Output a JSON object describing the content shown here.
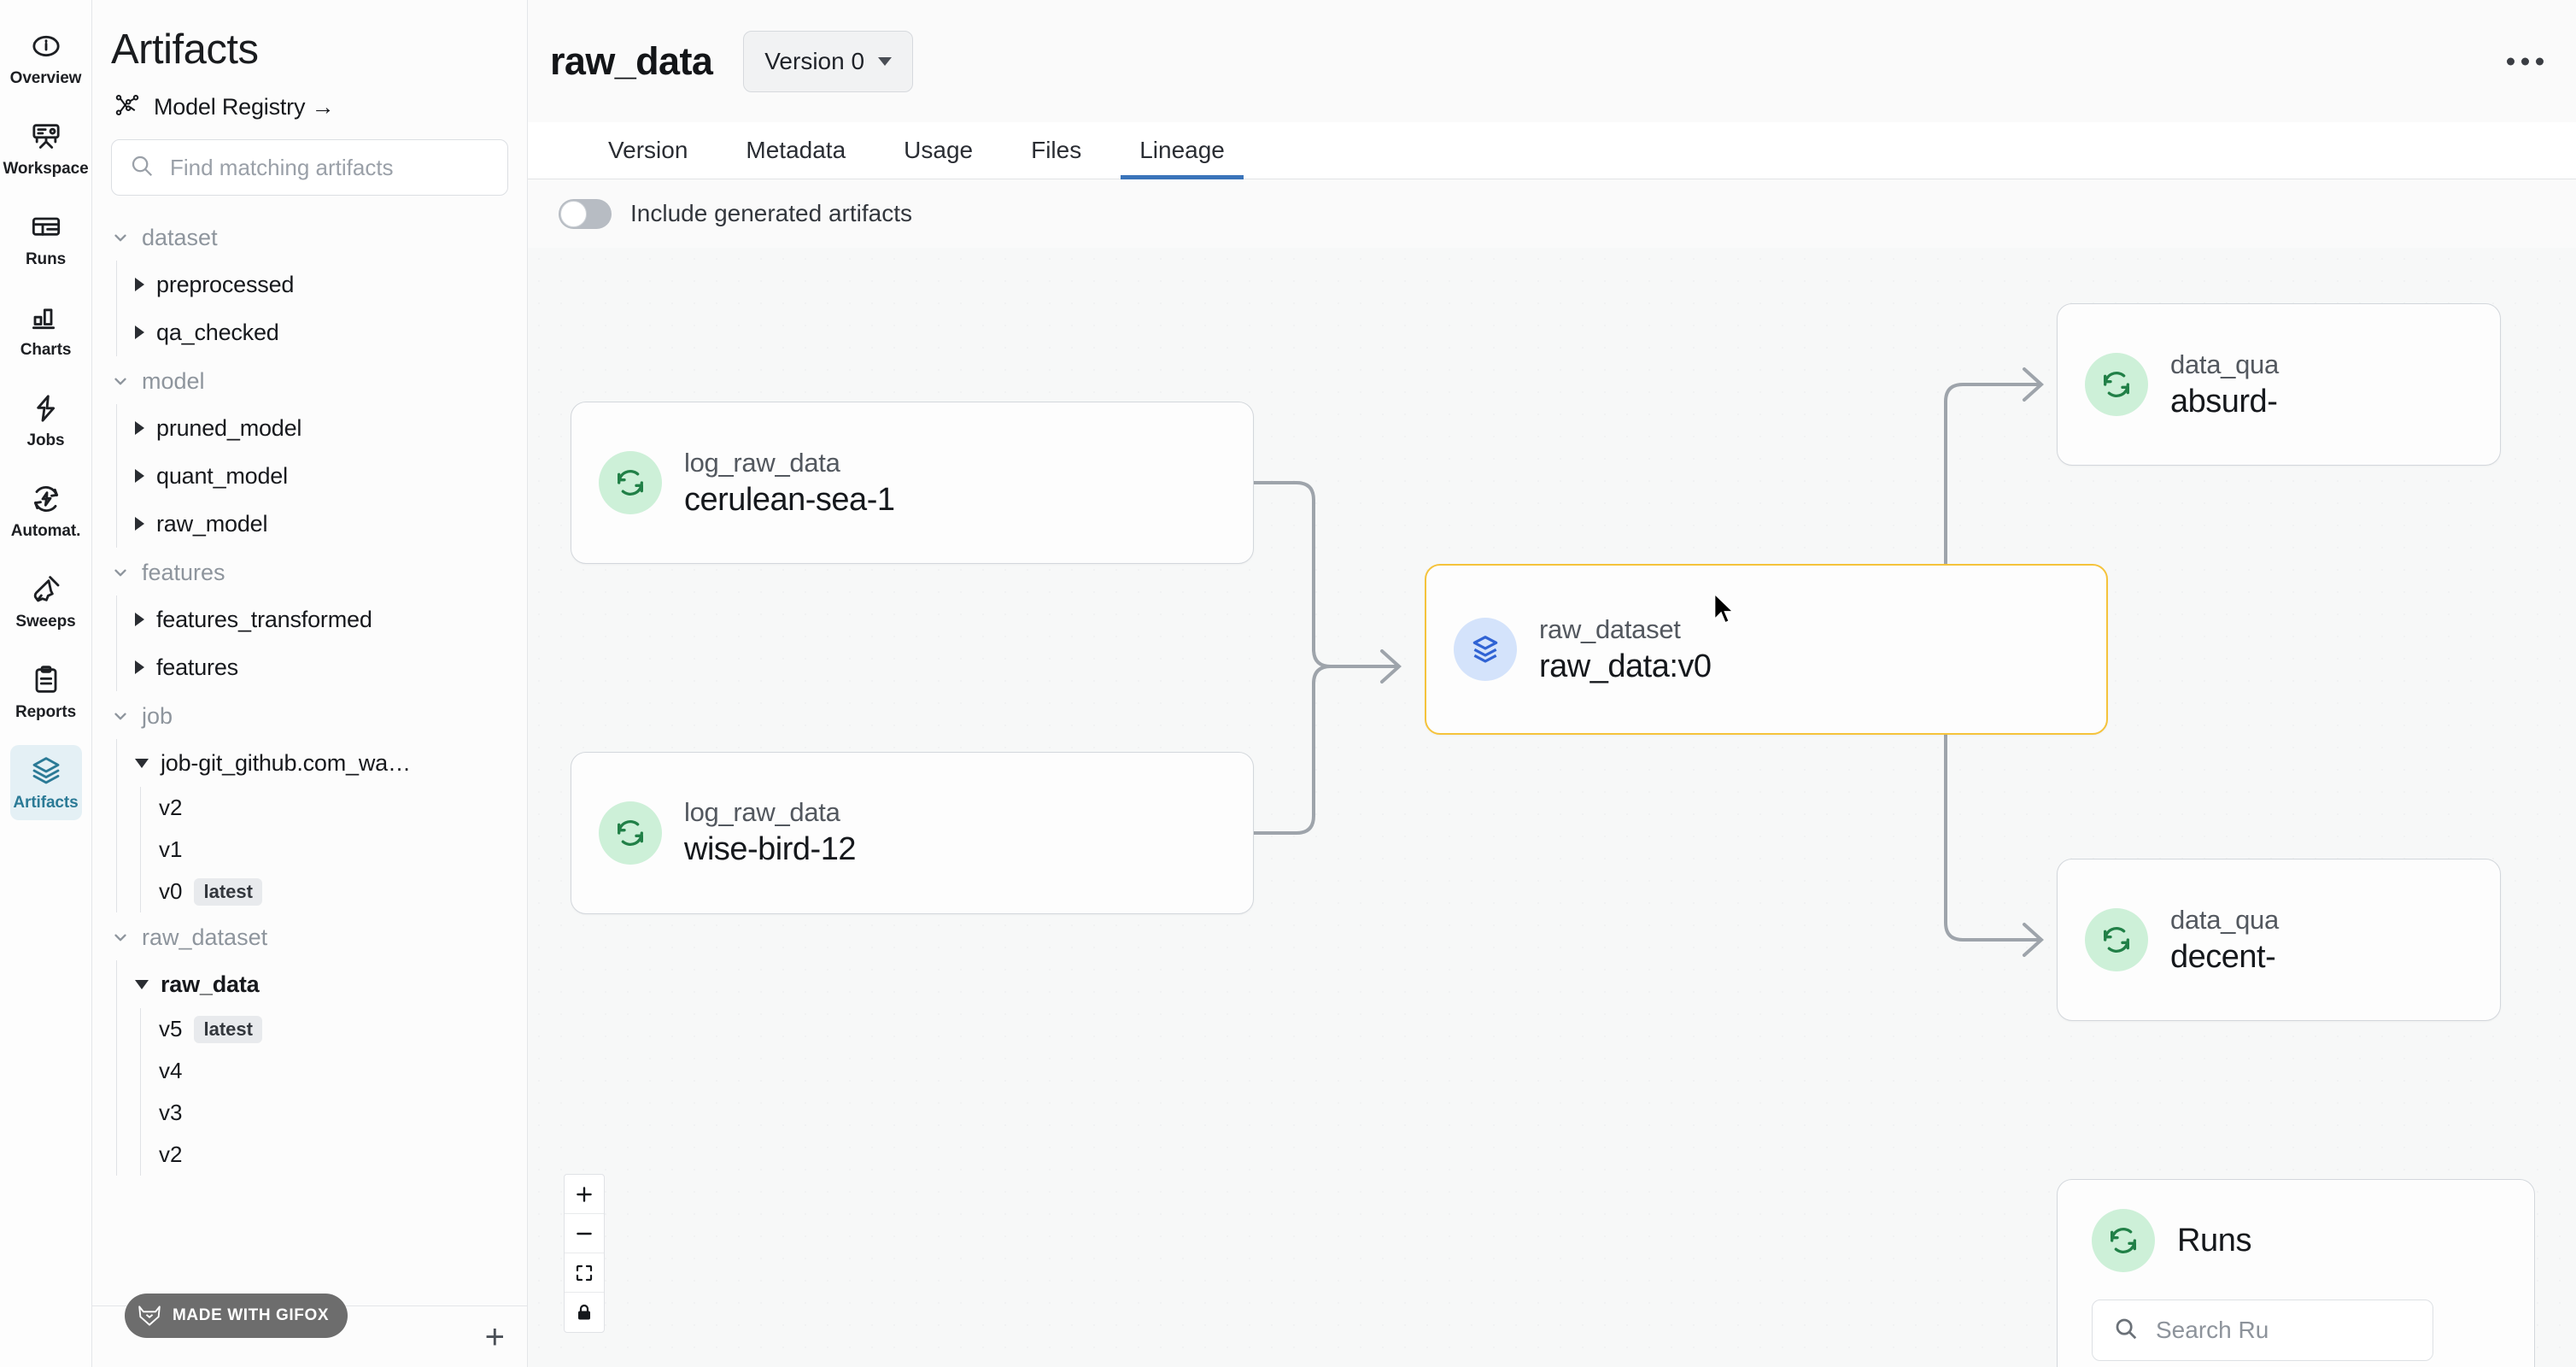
{
  "rail": {
    "items": [
      {
        "label": "Overview",
        "icon": "info-circle-icon",
        "active": false
      },
      {
        "label": "Workspace",
        "icon": "easel-icon",
        "active": false
      },
      {
        "label": "Runs",
        "icon": "table-icon",
        "active": false
      },
      {
        "label": "Charts",
        "icon": "bar-chart-icon",
        "active": false
      },
      {
        "label": "Jobs",
        "icon": "bolt-icon",
        "active": false
      },
      {
        "label": "Automat.",
        "icon": "automation-icon",
        "active": false
      },
      {
        "label": "Sweeps",
        "icon": "broom-icon",
        "active": false
      },
      {
        "label": "Reports",
        "icon": "clipboard-icon",
        "active": false
      },
      {
        "label": "Artifacts",
        "icon": "layers-icon",
        "active": true
      }
    ]
  },
  "panel": {
    "title": "Artifacts",
    "registry_label": "Model Registry →",
    "search_placeholder": "Find matching artifacts",
    "add_button": "+",
    "watermark": "MADE WITH GIFOX",
    "groups": [
      {
        "name": "dataset",
        "expanded": true,
        "children": [
          {
            "name": "preprocessed",
            "expanded": false,
            "bold": false,
            "versions": []
          },
          {
            "name": "qa_checked",
            "expanded": false,
            "bold": false,
            "versions": []
          }
        ]
      },
      {
        "name": "model",
        "expanded": true,
        "children": [
          {
            "name": "pruned_model",
            "expanded": false,
            "bold": false,
            "versions": []
          },
          {
            "name": "quant_model",
            "expanded": false,
            "bold": false,
            "versions": []
          },
          {
            "name": "raw_model",
            "expanded": false,
            "bold": false,
            "versions": []
          }
        ]
      },
      {
        "name": "features",
        "expanded": true,
        "children": [
          {
            "name": "features_transformed",
            "expanded": false,
            "bold": false,
            "versions": []
          },
          {
            "name": "features",
            "expanded": false,
            "bold": false,
            "versions": []
          }
        ]
      },
      {
        "name": "job",
        "expanded": true,
        "children": [
          {
            "name": "job-git_github.com_wa…",
            "expanded": true,
            "bold": false,
            "versions": [
              {
                "label": "v2",
                "tag": ""
              },
              {
                "label": "v1",
                "tag": ""
              },
              {
                "label": "v0",
                "tag": "latest"
              }
            ]
          }
        ]
      },
      {
        "name": "raw_dataset",
        "expanded": true,
        "children": [
          {
            "name": "raw_data",
            "expanded": true,
            "bold": true,
            "versions": [
              {
                "label": "v5",
                "tag": "latest"
              },
              {
                "label": "v4",
                "tag": ""
              },
              {
                "label": "v3",
                "tag": ""
              },
              {
                "label": "v2",
                "tag": ""
              }
            ]
          }
        ]
      }
    ]
  },
  "header": {
    "artifact_name": "raw_data",
    "version_select": "Version 0",
    "overflow_menu": "···"
  },
  "tabs": [
    {
      "label": "Version",
      "active": false
    },
    {
      "label": "Metadata",
      "active": false
    },
    {
      "label": "Usage",
      "active": false
    },
    {
      "label": "Files",
      "active": false
    },
    {
      "label": "Lineage",
      "active": true
    }
  ],
  "toolbar": {
    "toggle_label": "Include generated artifacts",
    "toggle_on": false
  },
  "lineage": {
    "nodes": [
      {
        "id": "n1",
        "kind": "log_raw_data",
        "name": "cerulean-sea-1",
        "icon": "run-refresh-icon",
        "style": "green",
        "selected": false
      },
      {
        "id": "n2",
        "kind": "log_raw_data",
        "name": "wise-bird-12",
        "icon": "run-refresh-icon",
        "style": "green",
        "selected": false
      },
      {
        "id": "n3",
        "kind": "raw_dataset",
        "name": "raw_data:v0",
        "icon": "artifact-layers-icon",
        "style": "blue",
        "selected": true
      },
      {
        "id": "n4",
        "kind": "data_qua",
        "name": "absurd-",
        "icon": "run-refresh-icon",
        "style": "green",
        "selected": false
      },
      {
        "id": "n5",
        "kind": "data_qua",
        "name": "decent-",
        "icon": "run-refresh-icon",
        "style": "green",
        "selected": false
      }
    ],
    "runs_card": {
      "title": "Runs",
      "icon": "run-refresh-icon",
      "search_placeholder": "Search Ru"
    },
    "controls": [
      {
        "name": "zoom-in",
        "glyph": "+"
      },
      {
        "name": "zoom-out",
        "glyph": "−"
      },
      {
        "name": "fit-view",
        "glyph": "fit"
      },
      {
        "name": "lock",
        "glyph": "lock"
      }
    ]
  },
  "colors": {
    "accent_tab": "#3a74ba",
    "selected_node_border": "#f5c33b",
    "run_icon_bg": "#cdf0d8",
    "run_icon_fg": "#218047",
    "artifact_icon_bg": "#d4e3fb",
    "artifact_icon_fg": "#3063d4",
    "rail_active": "#2b7a96"
  }
}
